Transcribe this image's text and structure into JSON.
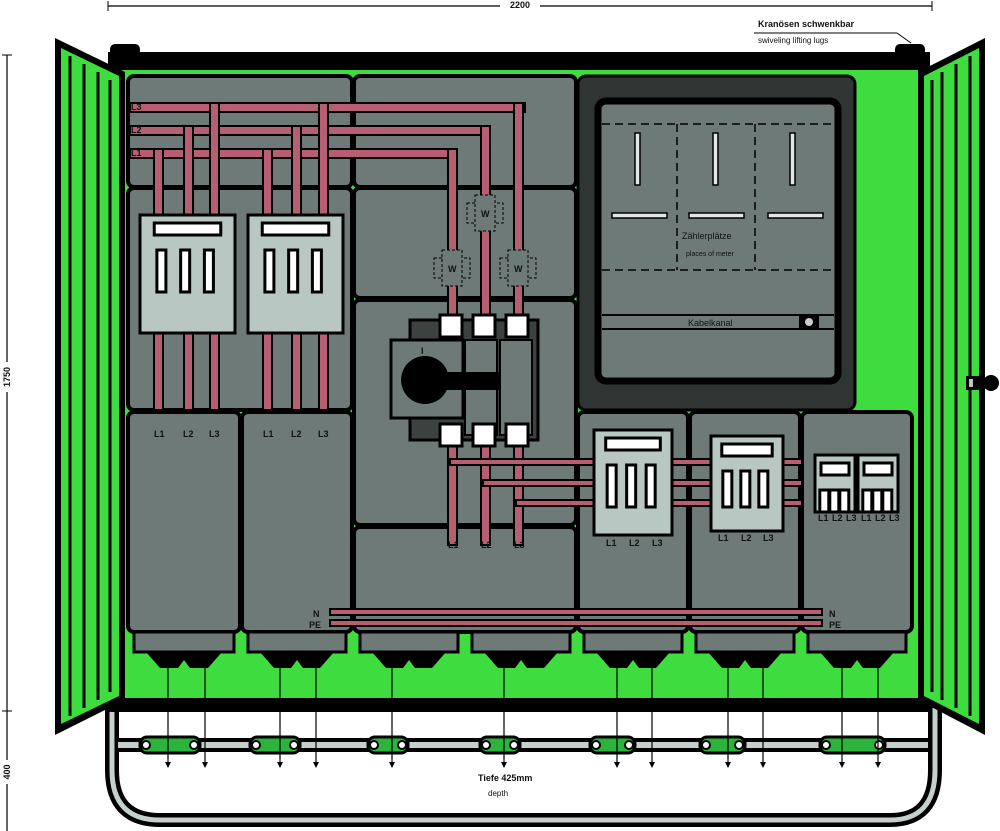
{
  "dimensions": {
    "width": "2200",
    "height": "1750",
    "base": "400"
  },
  "lifting_lugs": {
    "de": "Kranösen schwenkbar",
    "en": "swiveling lifting lugs"
  },
  "meter": {
    "de": "Zählerplätze",
    "en": "places of meter",
    "cable_duct": "Kabelkanal"
  },
  "depth": {
    "de": "Tiefe 425mm",
    "en": "depth"
  },
  "phases": [
    "L1",
    "L2",
    "L3"
  ],
  "neutral": "N",
  "earth": "PE",
  "transformer_mark": "W",
  "switch_on_mark": "I",
  "colors": {
    "enclosure": "#3fdc3f",
    "panel": "#6e7a77",
    "busbar": "#b75f72",
    "meter_bg": "#2f3533"
  }
}
